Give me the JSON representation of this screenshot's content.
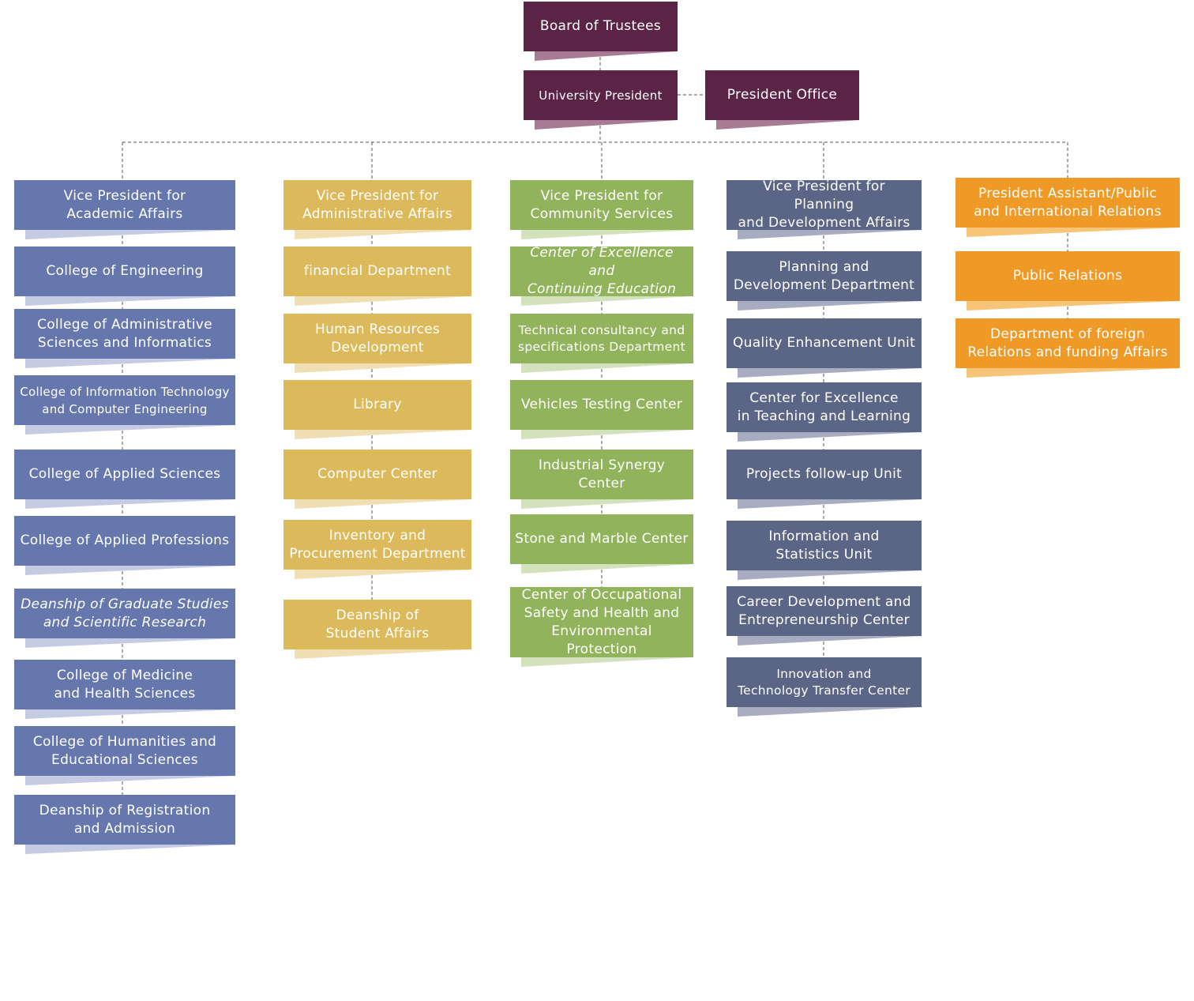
{
  "colors": {
    "top": "#5b2447",
    "top_shadow": "#a87a93",
    "academic": "#6577ad",
    "academic_shadow": "#c5cbe3",
    "admin": "#dcb95a",
    "admin_shadow": "#f0dfb3",
    "community": "#90b35b",
    "community_shadow": "#d3e2bd",
    "planning": "#5b6585",
    "planning_shadow": "#a7acc0",
    "relations": "#ef9a26",
    "relations_shadow": "#f7c577",
    "connector": "#555555"
  },
  "top": {
    "board": "Board of Trustees",
    "president": "University President",
    "president_office": "President Office"
  },
  "columns": [
    {
      "id": "academic",
      "header": "Vice President for\nAcademic Affairs",
      "items": [
        "College of Engineering",
        "College of Administrative\nSciences and Informatics",
        "College of Information Technology\nand Computer Engineering",
        "College of Applied Sciences",
        "College of Applied Professions",
        "Deanship of Graduate Studies\nand Scientific Research",
        "College of Medicine\nand Health Sciences",
        "College of Humanities and\nEducational Sciences",
        "Deanship of Registration\nand Admission"
      ]
    },
    {
      "id": "admin",
      "header": "Vice President for\nAdministrative Affairs",
      "items": [
        "financial Department",
        "Human Resources\nDevelopment",
        "Library",
        "Computer Center",
        "Inventory and\nProcurement Department",
        "Deanship of\nStudent Affairs"
      ]
    },
    {
      "id": "community",
      "header": "Vice President for\nCommunity Services",
      "items": [
        "Center of Excellence and\nContinuing Education",
        "Technical consultancy and\nspecifications Department",
        "Vehicles Testing Center",
        "Industrial Synergy Center",
        "Stone and Marble Center",
        "Center of Occupational\nSafety and Health and\nEnvironmental Protection"
      ]
    },
    {
      "id": "planning",
      "header": "Vice President for Planning\nand Development Affairs",
      "items": [
        "Planning and\nDevelopment Department",
        "Quality Enhancement Unit",
        "Center for Excellence\nin Teaching and Learning",
        "Projects follow-up Unit",
        "Information and\nStatistics Unit",
        "Career Development and\nEntrepreneurship Center",
        "Innovation and\nTechnology Transfer Center"
      ]
    },
    {
      "id": "relations",
      "header": "President Assistant/Public\nand International Relations",
      "items": [
        "Public Relations",
        "Department of foreign\nRelations and funding Affairs"
      ]
    }
  ]
}
